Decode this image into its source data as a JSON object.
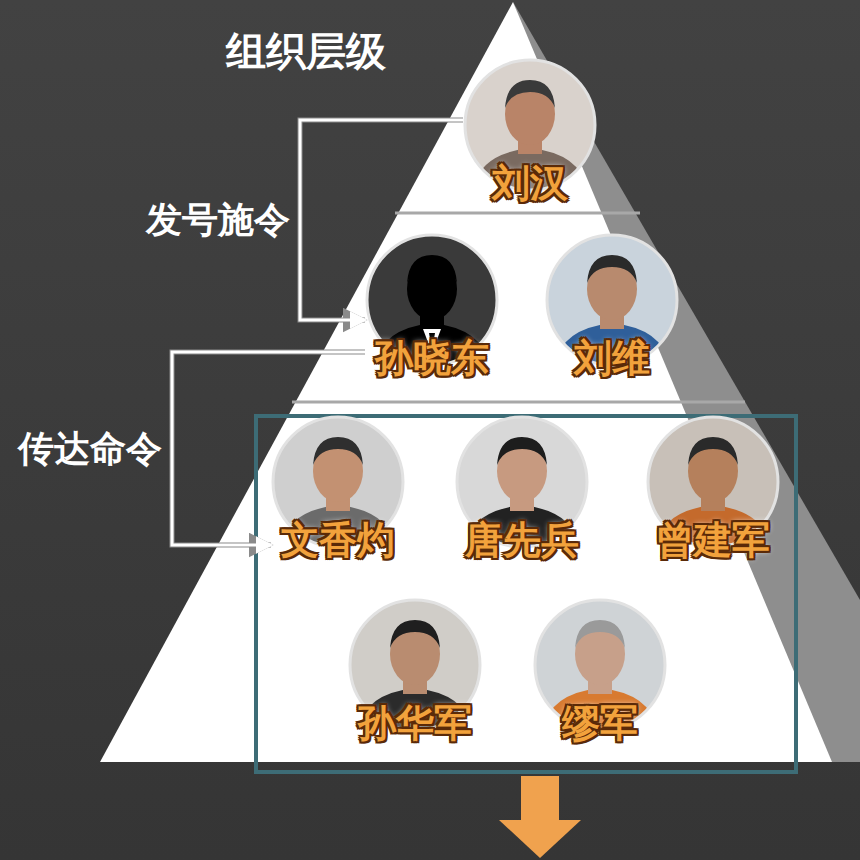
{
  "diagram": {
    "title": "组织层级",
    "nodes": [
      {
        "text": [
          "刘汉"
        ]
      },
      {
        "text": [
          "孙晓东"
        ]
      },
      {
        "text": [
          "刘维"
        ]
      },
      {
        "text": [
          "文香灼"
        ]
      },
      {
        "text": [
          "唐先兵"
        ]
      },
      {
        "text": [
          "曾建军"
        ]
      },
      {
        "text": [
          "孙华军"
        ]
      },
      {
        "text": [
          "缪军"
        ]
      }
    ],
    "edges": [
      {
        "from": 0,
        "to": 1,
        "arrow": "to",
        "label": "发号施令"
      },
      {
        "from": 1,
        "to": 3,
        "arrow": "to",
        "label": "传达命令"
      }
    ]
  }
}
